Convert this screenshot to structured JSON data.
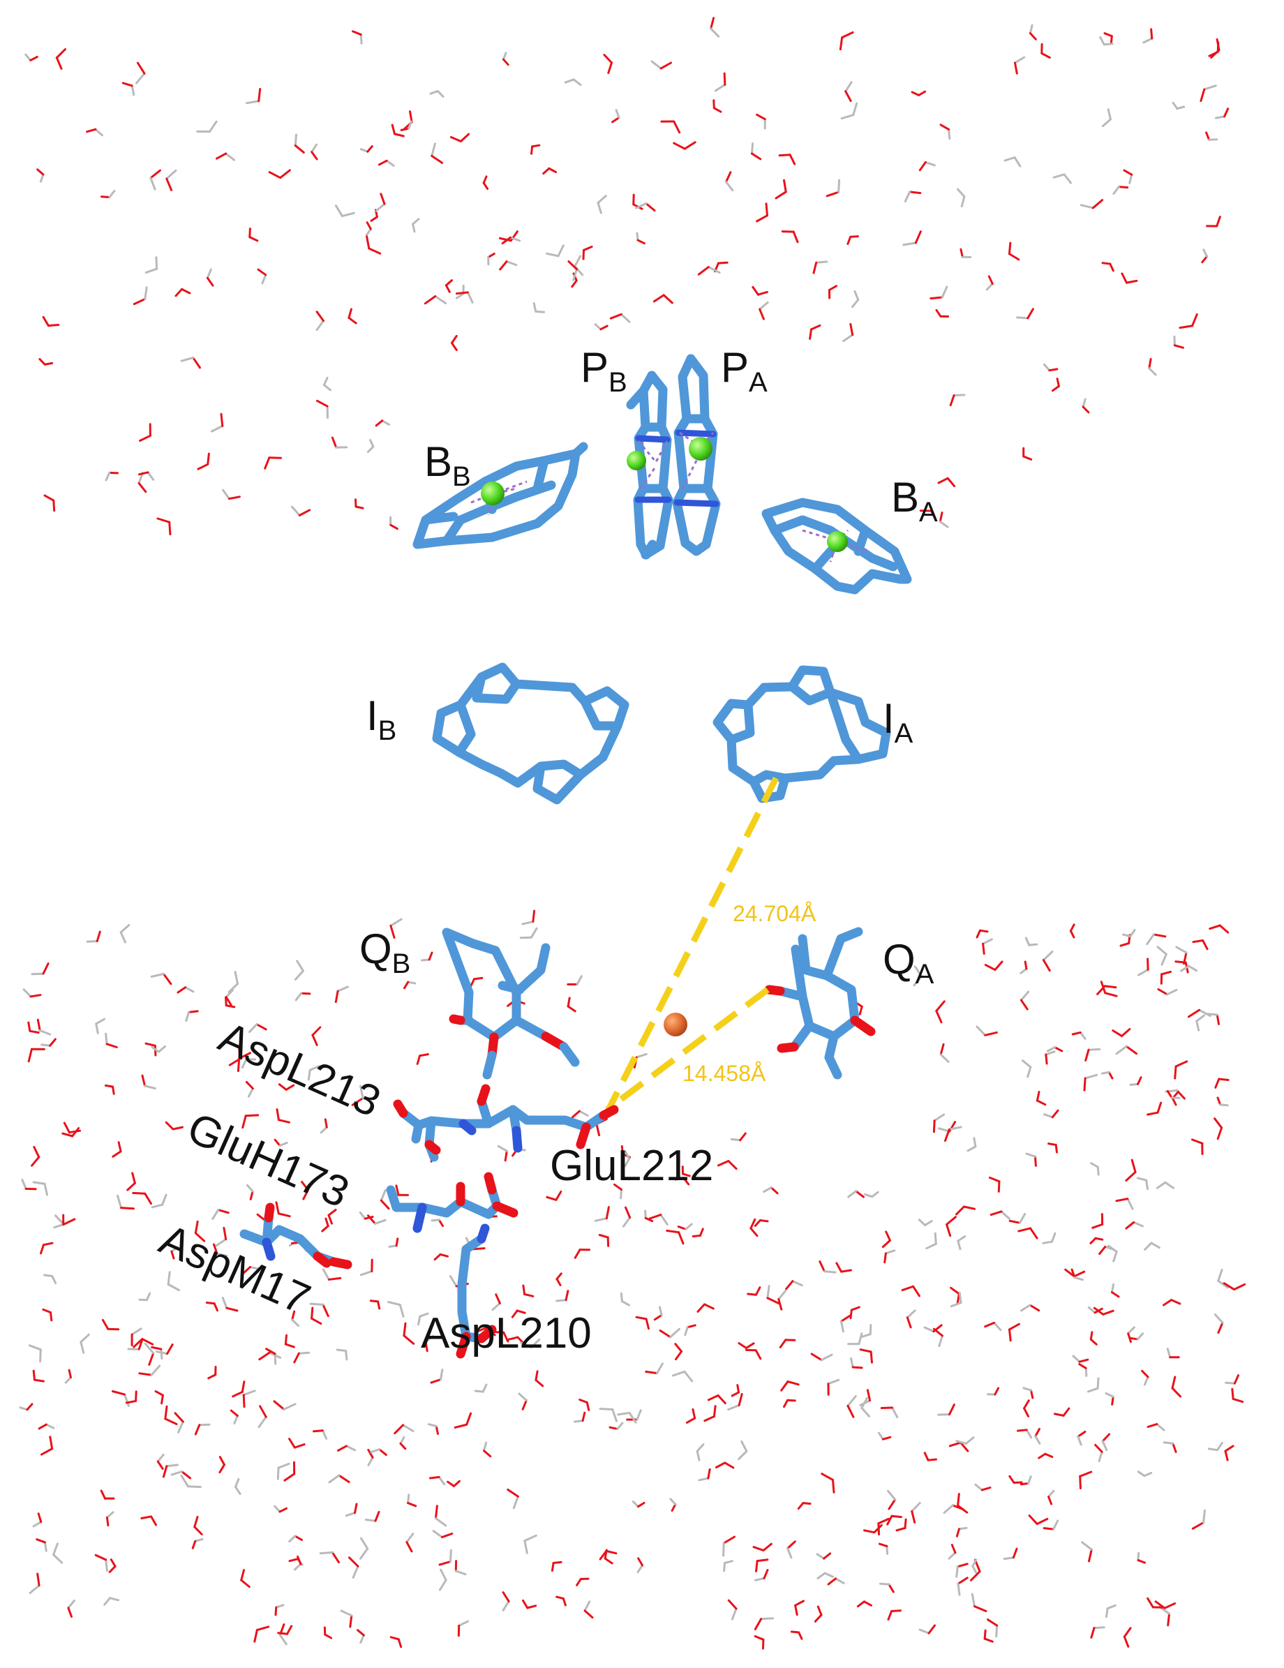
{
  "cofactors": {
    "PB": {
      "main": "P",
      "sub": "B"
    },
    "PA": {
      "main": "P",
      "sub": "A"
    },
    "BB": {
      "main": "B",
      "sub": "B"
    },
    "BA": {
      "main": "B",
      "sub": "A"
    },
    "IB": {
      "main": "I",
      "sub": "B"
    },
    "IA": {
      "main": "I",
      "sub": "A"
    },
    "QB": {
      "main": "Q",
      "sub": "B"
    },
    "QA": {
      "main": "Q",
      "sub": "A"
    }
  },
  "residues": {
    "aspL213": "AspL213",
    "gluH173": "GluH173",
    "aspM17": "AspM17",
    "gluL212": "GluL212",
    "aspL210": "AspL210"
  },
  "distances": {
    "ia_glu": "24.704Å",
    "qa_glu": "14.458Å"
  },
  "colors": {
    "carbon": "#4f97d9",
    "oxygen": "#e8121a",
    "nitrogen": "#2f56d8",
    "magnesium": "#55e02a",
    "ion": "#e06a2b",
    "distance_line": "#f5d01a",
    "water_h": "#b9b9b9"
  }
}
